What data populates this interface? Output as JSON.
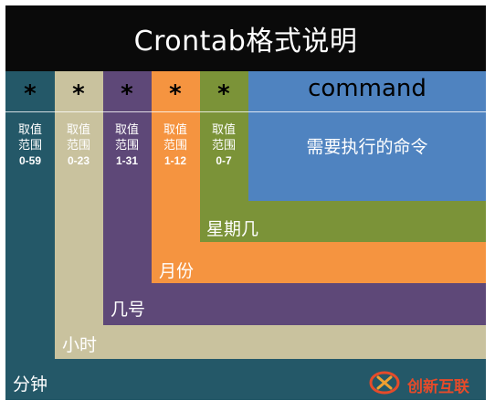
{
  "title": "Crontab格式说明",
  "range_caption_line1": "取值",
  "range_caption_line2": "范围",
  "fields": [
    {
      "symbol": "*",
      "range": "0-59",
      "label": "分钟",
      "color": "#245868"
    },
    {
      "symbol": "*",
      "range": "0-23",
      "label": "小时",
      "color": "#c9c29e"
    },
    {
      "symbol": "*",
      "range": "1-31",
      "label": "几号",
      "color": "#5e4878"
    },
    {
      "symbol": "*",
      "range": "1-12",
      "label": "月份",
      "color": "#f59440"
    },
    {
      "symbol": "*",
      "range": "0-7",
      "label": "星期几",
      "color": "#7b9338"
    }
  ],
  "command": {
    "label": "command",
    "description": "需要执行的命令",
    "color": "#4f83c0"
  },
  "watermark": "创新互联"
}
